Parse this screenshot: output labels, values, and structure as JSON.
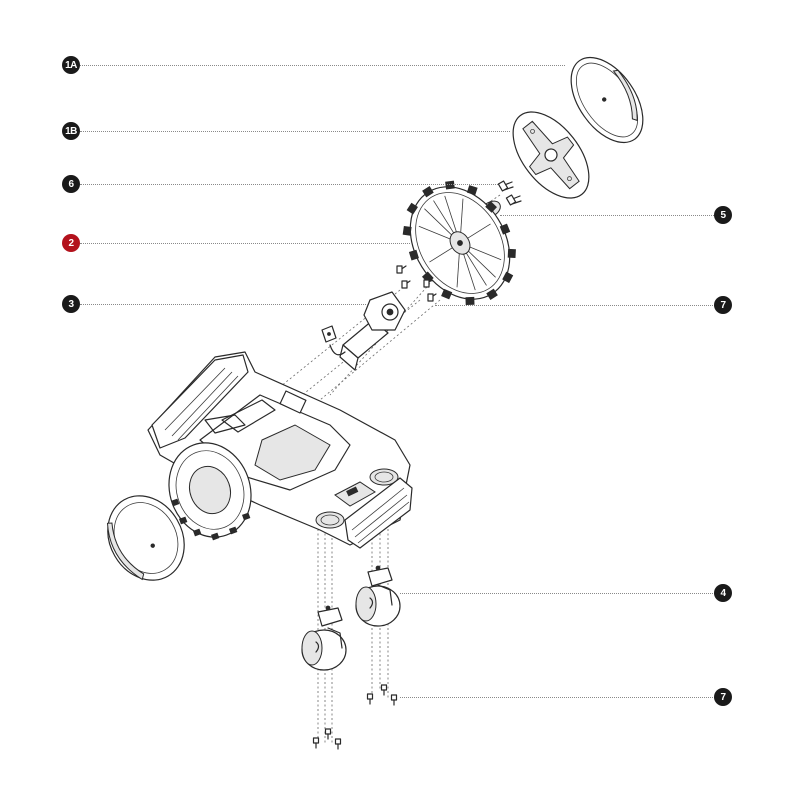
{
  "callouts": {
    "c1a": "1A",
    "c1b": "1B",
    "c6": "6",
    "c2": "2",
    "c3": "3",
    "c5": "5",
    "c7a": "7",
    "c4": "4",
    "c7b": "7"
  },
  "colors": {
    "callout_fill": "#1a1a1a",
    "highlight_callout_fill": "#b3121c",
    "line_art": "#2a2a2a"
  }
}
